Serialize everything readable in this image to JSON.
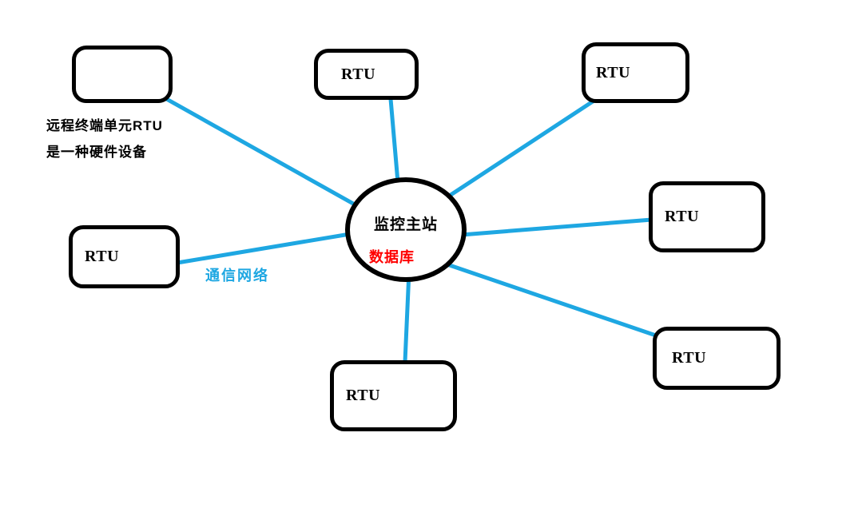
{
  "diagram": {
    "center_node": {
      "id": "master",
      "title": "监控主站",
      "subtitle": "数据库"
    },
    "rtu_nodes": [
      {
        "id": "rtu-top-left",
        "label": ""
      },
      {
        "id": "rtu-top",
        "label": "RTU"
      },
      {
        "id": "rtu-top-right",
        "label": "RTU"
      },
      {
        "id": "rtu-right",
        "label": "RTU"
      },
      {
        "id": "rtu-bottom-right",
        "label": "RTU"
      },
      {
        "id": "rtu-bottom",
        "label": "RTU"
      },
      {
        "id": "rtu-left",
        "label": "RTU"
      }
    ],
    "edges": [
      {
        "from": "master",
        "to": "rtu-top-left"
      },
      {
        "from": "master",
        "to": "rtu-top"
      },
      {
        "from": "master",
        "to": "rtu-top-right"
      },
      {
        "from": "master",
        "to": "rtu-right"
      },
      {
        "from": "master",
        "to": "rtu-bottom-right"
      },
      {
        "from": "master",
        "to": "rtu-bottom"
      },
      {
        "from": "master",
        "to": "rtu-left"
      }
    ],
    "annotation": {
      "line1": "远程终端单元RTU",
      "line2": "是一种硬件设备"
    },
    "network_label": "通信网络",
    "colors": {
      "link": "#1ea7e2",
      "node_border": "#000000",
      "master_title_text": "#000000",
      "database_text": "#ff0000",
      "network_label_text": "#1ea7e2",
      "annotation_text": "#000000",
      "background": "#ffffff"
    }
  }
}
